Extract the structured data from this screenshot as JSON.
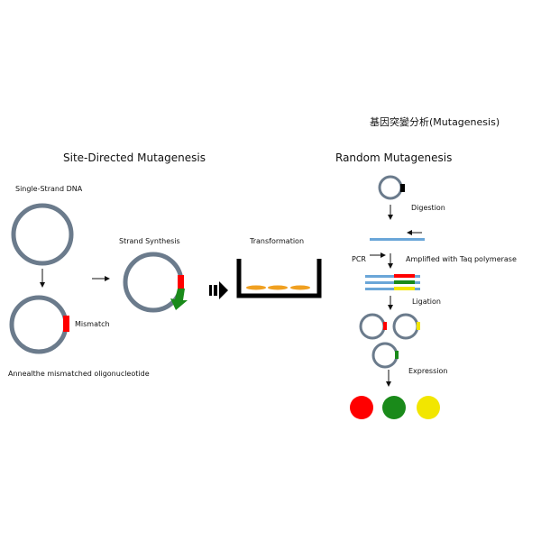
{
  "main_title": "基因突變分析(Mutagenesis)",
  "site_directed": {
    "title": "Site-Directed Mutagenesis",
    "single_strand_label": "Single-Strand DNA",
    "mismatch_label": "Mismatch",
    "anneal_label": "Annealthe mismatched oligonucleotide",
    "strand_synthesis_label": "Strand Synthesis",
    "transformation_label": "Transformation"
  },
  "random": {
    "title": "Random Mutagenesis",
    "digestion_label": "Digestion",
    "pcr_label": "PCR",
    "amplified_label": "Amplified with Taq polymerase",
    "ligation_label": "Ligation",
    "expression_label": "Expression"
  },
  "colors": {
    "plasmid": "#6b7b8c",
    "mutation_red": "#ff0000",
    "mutation_green": "#1a8a1a",
    "mutation_yellow": "#f2e600",
    "strand_blue": "#6aa6d8",
    "colony_orange": "#f0a020",
    "black": "#000000"
  }
}
